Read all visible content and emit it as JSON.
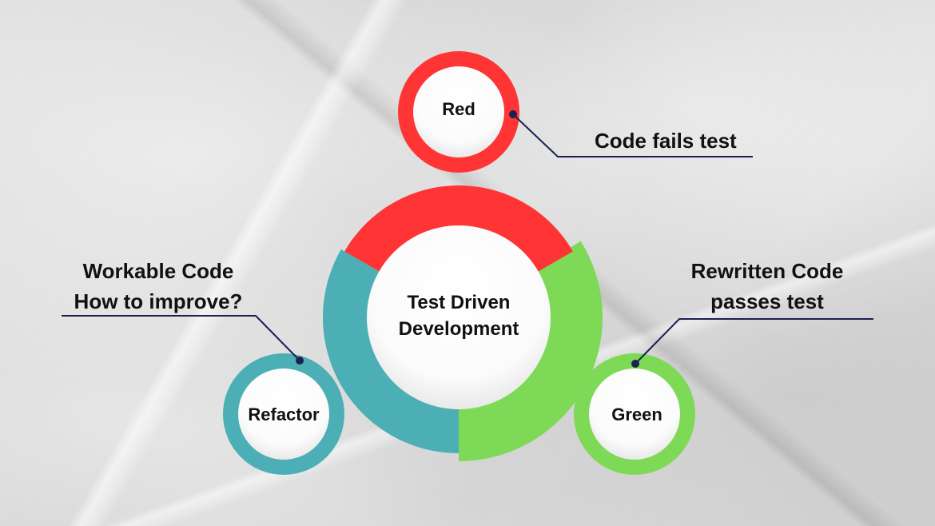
{
  "title": "Test Driven Development",
  "center": {
    "line1": "Test Driven",
    "line2": "Development"
  },
  "stages": [
    {
      "id": "red",
      "label": "Red",
      "color": "#ff3434",
      "callout": [
        "Code fails test"
      ]
    },
    {
      "id": "green",
      "label": "Green",
      "color": "#7ed957",
      "callout": [
        "Rewritten Code",
        "passes test"
      ]
    },
    {
      "id": "refactor",
      "label": "Refactor",
      "color": "#4cafb5",
      "callout": [
        "Workable Code",
        "How to improve?"
      ]
    }
  ],
  "colors": {
    "red": "#ff3434",
    "green": "#7ed957",
    "teal": "#4cafb5",
    "connector": "#1b2150",
    "circle_fill": "#ffffff"
  }
}
